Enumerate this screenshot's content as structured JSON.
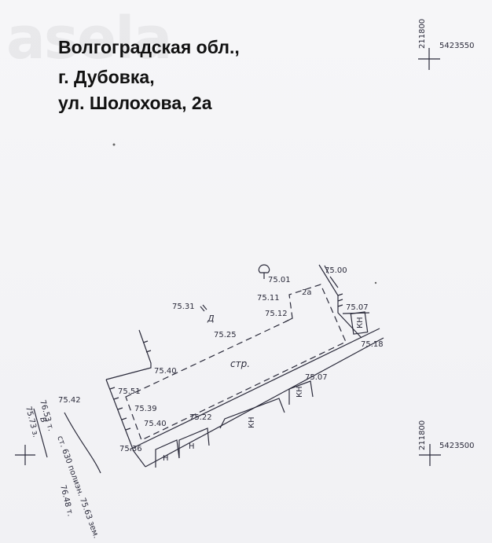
{
  "watermark": "asela",
  "address": {
    "line1": "Волгоградская обл.,",
    "line2": "г. Дубовка,",
    "line3": "ул. Шолохова, 2а"
  },
  "grid": {
    "top_easting": "211800",
    "top_northing": "5423550",
    "bottom_easting": "211800",
    "bottom_northing": "5423500"
  },
  "elevations": {
    "e7501": "75.01",
    "e7500": "75.00",
    "e7511": "75.11",
    "e7512": "75.12",
    "e7507a": "75.07",
    "e7531": "75.31",
    "e7525": "75.25",
    "e7518": "75.18",
    "e7540a": "75.40",
    "e7507b": "75.07",
    "e7551": "75.51",
    "e7539": "75.39",
    "e7522": "75.22",
    "e7540b": "75.40",
    "e7536": "75.36",
    "e7542": "75.42"
  },
  "labels": {
    "building": "стр.",
    "house_number": "2а",
    "d_mark": "Д",
    "kn1": "КН",
    "kn2": "КН",
    "kn3": "КН",
    "n1": "Н",
    "n2": "Н",
    "b_mark": "В",
    "pipe_left1": "76.53 т.",
    "pipe_left2": "75.73 з.",
    "pipe_main": "ст. 630 полиэн. 75.63 зем.",
    "pipe_bottom": "76.48 т."
  }
}
